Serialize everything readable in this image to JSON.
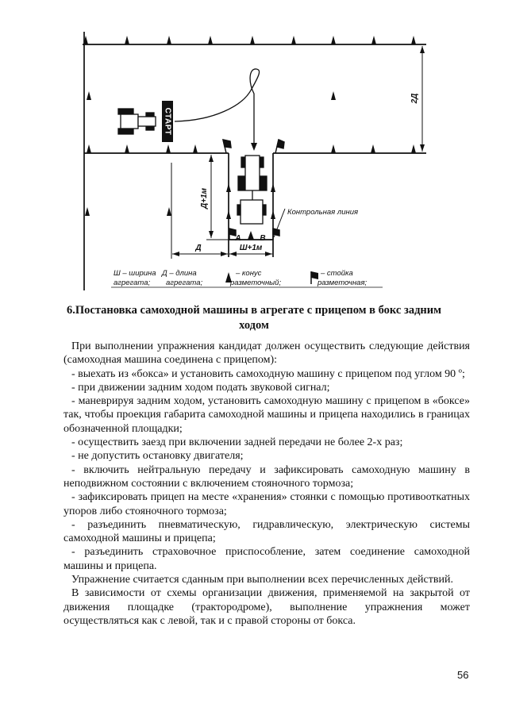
{
  "diagram": {
    "labels": {
      "start": "СТАРТ",
      "two_d": "2Д",
      "d_plus_1m": "Д+1м",
      "d": "Д",
      "w_plus_1m": "Ш+1м",
      "point_a": "А",
      "point_b": "В",
      "control_line": "Контрольная линия"
    },
    "legend": {
      "width_line1": "Ш – ширина",
      "width_line2": "агрегата;",
      "length_line1": "Д – длина",
      "length_line2": "агрегата;",
      "cone_line1": "– конус",
      "cone_line2": "разметочный;",
      "post_line1": "– стойка",
      "post_line2": "разметочная;"
    }
  },
  "heading": {
    "line1": "6.Постановка самоходной машины в агрегате с прицепом в бокс задним",
    "line2": "ходом"
  },
  "paragraphs": [
    "При выполнении упражнения кандидат должен осуществить следующие действия (самоходная машина соединена с прицепом):",
    "- выехать из «бокса» и установить самоходную машину с прицепом под углом 90 º;",
    "- при движении задним ходом подать звуковой сигнал;",
    "- маневрируя задним ходом, установить самоходную машину с прицепом в «боксе» так, чтобы проекция габарита самоходной машины и прицепа находились в границах обозначенной площадки;",
    "- осуществить заезд при включении задней передачи не более 2-х раз;",
    "- не допустить остановку двигателя;",
    "- включить нейтральную передачу и зафиксировать самоходную машину в неподвижном состоянии с включением стояночного тормоза;",
    "- зафиксировать прицеп на месте «хранения» стоянки с помощью противооткатных упоров либо стояночного тормоза;",
    "- разъединить пневматическую, гидравлическую, электрическую системы самоходной машины и прицепа;",
    "- разъединить страховочное приспособление, затем соединение самоходной машины и прицепа.",
    "Упражнение считается сданным при выполнении всех перечисленных действий.",
    "В зависимости от схемы организации движения, применяемой на закрытой от движения площадке (трактородроме), выполнение упражнения может осуществляться как с левой, так и с правой стороны от бокса."
  ],
  "page_number": "56"
}
